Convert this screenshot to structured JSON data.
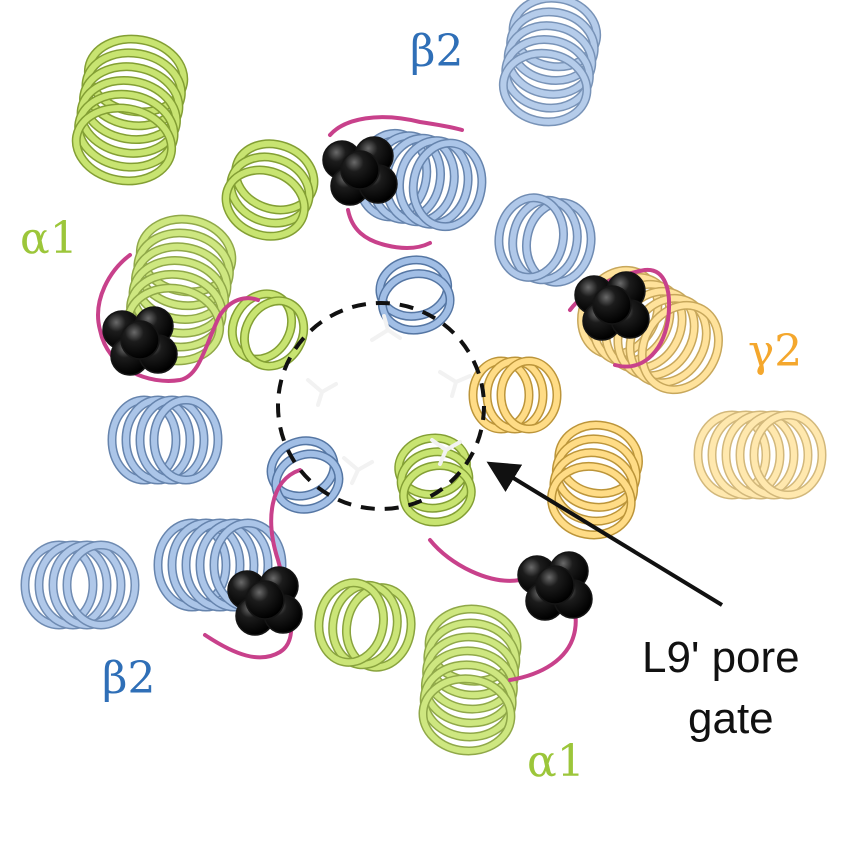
{
  "labels": {
    "beta2_top": "β2",
    "alpha1_left": "α1",
    "gamma2": "γ2",
    "beta2_bottom": "β2",
    "alpha1_bottom": "α1",
    "gate_line1": "L9' pore",
    "gate_line2": "gate"
  },
  "colors": {
    "alpha1": "#c6e36a",
    "alpha1_dark": "#7d9a2a",
    "beta2": "#9dbbe4",
    "beta2_dark": "#4c6f9f",
    "gamma2": "#ffd97a",
    "gamma2_dark": "#b58a25",
    "loop": "#c8418b",
    "ball": "#151515",
    "label_alpha": "#9cc63a",
    "label_beta": "#2f6fb7",
    "label_gamma": "#f4a72d"
  },
  "icons": {
    "helix": "alpha-helix-ribbon",
    "site": "space-filling-spheres",
    "pore": "dashed-circle-pore",
    "arrow": "annotation-arrow"
  }
}
